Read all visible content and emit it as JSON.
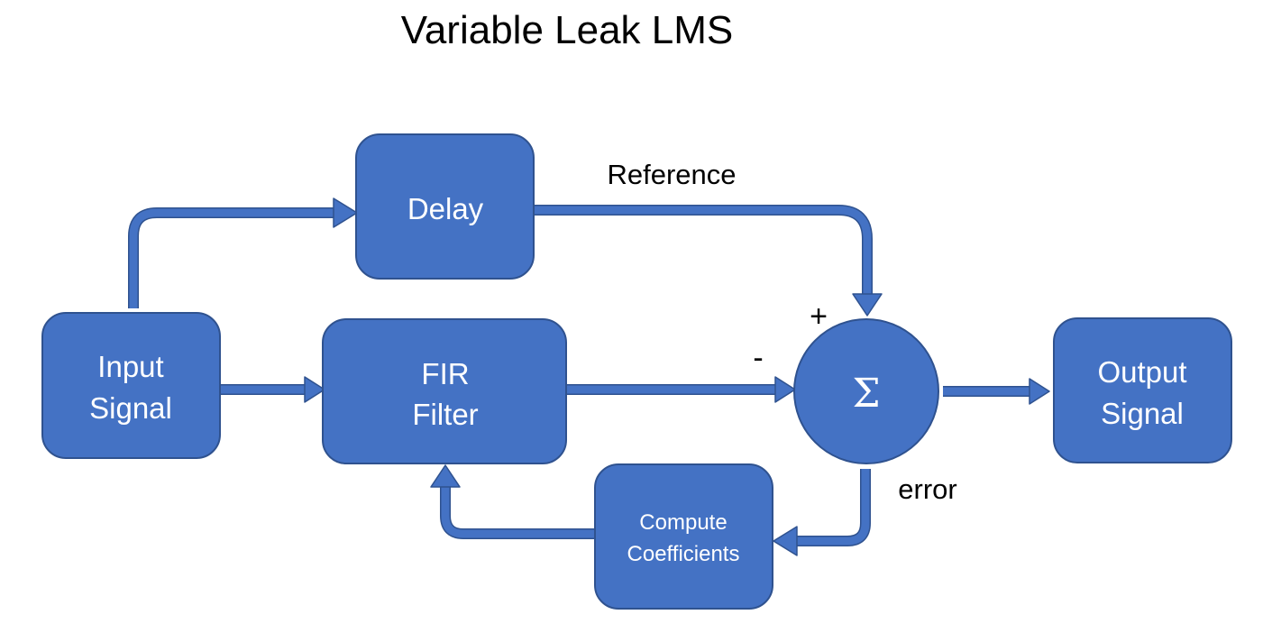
{
  "title": "Variable Leak LMS",
  "colors": {
    "block_fill": "#4472C4",
    "block_stroke": "#2F528F",
    "arrow": "#4472C4",
    "arrow_outline": "#2F528F",
    "block_text": "#FFFFFF",
    "label_text": "#000000"
  },
  "blocks": {
    "input": {
      "line1": "Input",
      "line2": "Signal"
    },
    "delay": {
      "label": "Delay"
    },
    "fir": {
      "line1": "FIR",
      "line2": "Filter"
    },
    "sum": {
      "symbol": "Σ"
    },
    "output": {
      "line1": "Output",
      "line2": "Signal"
    },
    "compute": {
      "line1": "Compute",
      "line2": "Coefficients"
    }
  },
  "labels": {
    "reference": "Reference",
    "plus": "+",
    "minus": "-",
    "error": "error"
  }
}
